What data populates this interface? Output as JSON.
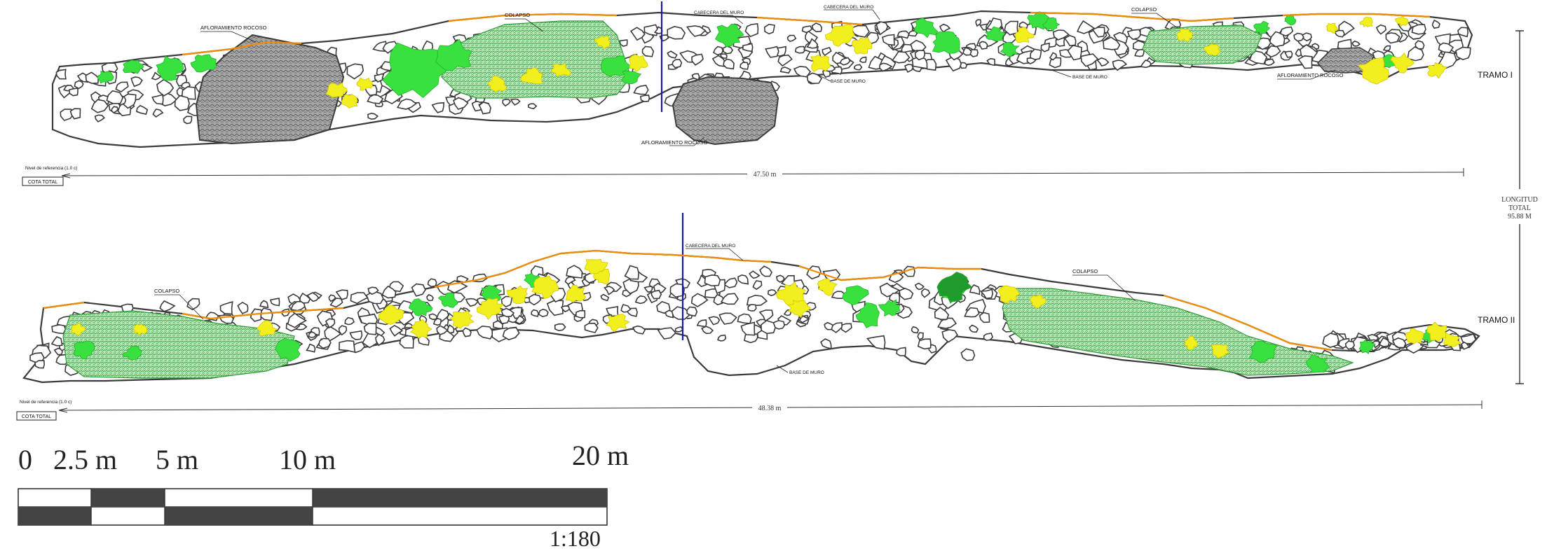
{
  "colors": {
    "stone_stroke": "#3b3b3b",
    "outcrop_fill": "#9a9a9a",
    "collapse_fill": "#49b84a",
    "bright_green": "#39e13f",
    "yellow": "#f2ef1e",
    "orange_edge": "#f08c00",
    "tramo_label": "#e6007e",
    "survey_line": "#1a1aa8",
    "ref_level_text": "#f0a500"
  },
  "tramo_1": {
    "label": "TRAMO I",
    "dimension": "47.50 m",
    "ref_level": "Nivel de referencia (1.0 c)",
    "cota": "COTA TOTAL",
    "annotations": {
      "afloramiento_1": "AFLORAMIENTO ROCOSO",
      "colapso_1": "COLAPSO",
      "cabecera_1": "CABECERA DEL MURO",
      "cabecera_2": "CABECERA DEL MURO",
      "base_1": "BASE DE MURO",
      "base_2": "BASE DE MURO",
      "colapso_2": "COLAPSO",
      "afloramiento_2": "AFLORAMIENTO ROCOSO",
      "afloramiento_3": "AFLORAMIENTO ROCOSO"
    }
  },
  "tramo_2": {
    "label": "TRAMO II",
    "dimension": "48.38 m",
    "ref_level": "Nivel de referencia (1.0 c)",
    "cota": "COTA TOTAL",
    "annotations": {
      "colapso_1": "COLAPSO",
      "cabecera_1": "CABECERA DEL MURO",
      "base_1": "BASE DE MURO",
      "colapso_2": "COLAPSO"
    }
  },
  "longitud": {
    "line1": "LONGITUD",
    "line2": "TOTAL",
    "line3": "95.88 M"
  },
  "scale_bar": {
    "labels": [
      "0",
      "2.5 m",
      "5 m",
      "10 m",
      "20 m"
    ],
    "ratio": "1:180"
  }
}
